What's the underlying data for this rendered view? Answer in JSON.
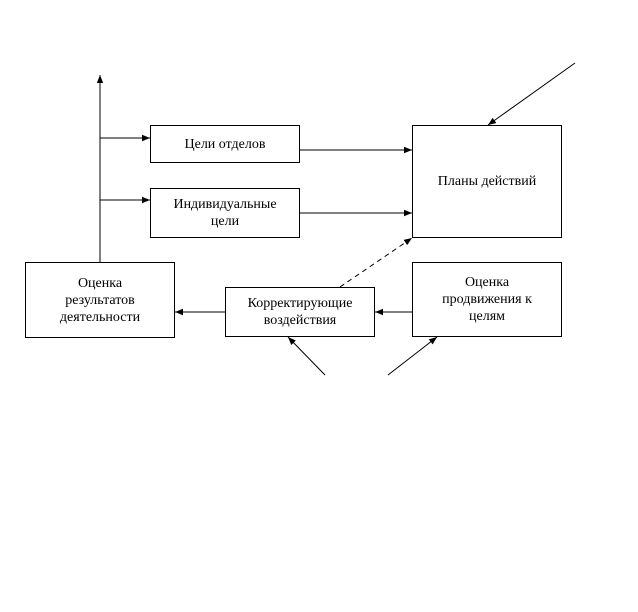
{
  "diagram": {
    "nodes": {
      "dept_goals": {
        "label": "Цели отделов"
      },
      "individual_goals": {
        "label_line1": "Индивидуальные",
        "label_line2": "цели"
      },
      "action_plans": {
        "label": "Планы действий"
      },
      "performance_eval": {
        "label_line1": "Оценка",
        "label_line2": "результатов",
        "label_line3": "деятельности"
      },
      "corrective_actions": {
        "label_line1": "Корректирующие",
        "label_line2": "воздействия"
      },
      "progress_eval": {
        "label_line1": "Оценка",
        "label_line2": "продвижения к",
        "label_line3": "целям"
      }
    },
    "colors": {
      "line": "#000000",
      "box_border": "#000000",
      "background": "#ffffff"
    }
  }
}
